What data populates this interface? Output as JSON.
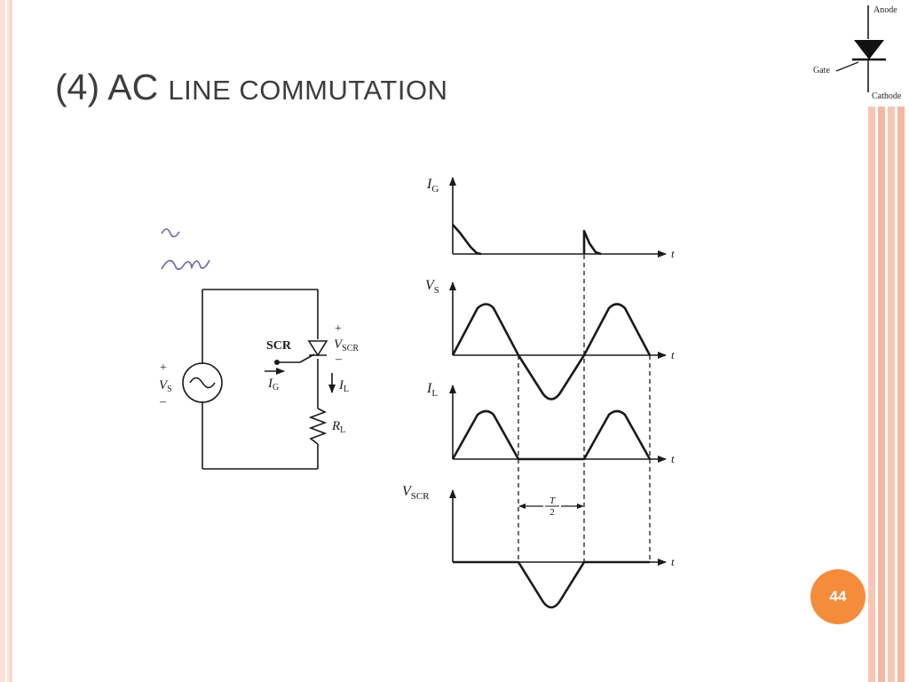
{
  "slide": {
    "title_lead": "(4) AC",
    "title_rest": "line commutation",
    "page_number": "44"
  },
  "symbol": {
    "anode": "Anode",
    "gate": "Gate",
    "cathode": "Cathode"
  },
  "circuit": {
    "scr_label": "SCR",
    "vscr_label": "V",
    "vscr_sub": "SCR",
    "plus": "+",
    "minus": "–",
    "vs_label": "V",
    "vs_sub": "S",
    "ig_label": "I",
    "ig_sub": "G",
    "il_label": "I",
    "il_sub": "L",
    "rl_label": "R",
    "rl_sub": "L"
  },
  "waveforms": {
    "ig_label": "I",
    "ig_sub": "G",
    "vs_label": "V",
    "vs_sub": "S",
    "il_label": "I",
    "il_sub": "L",
    "vscr_label": "V",
    "vscr_sub": "SCR",
    "t_label": "t",
    "period_num": "T",
    "period_den": "2"
  },
  "colors": {
    "accent": "#f58c3b",
    "title": "#3d3d3d",
    "ink": "#1a1a1a",
    "edge": "#f4b8a2"
  }
}
